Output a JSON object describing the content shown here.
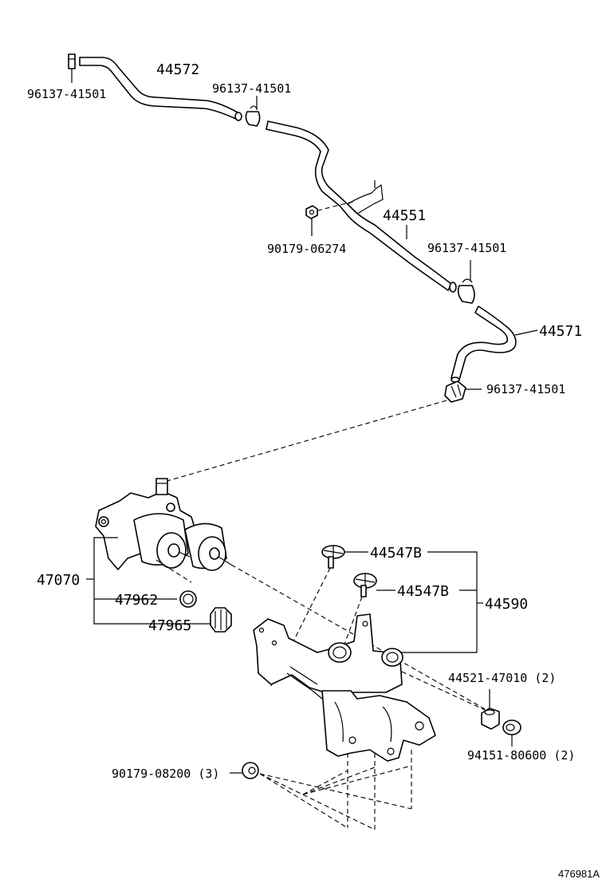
{
  "labels": {
    "hose_upper": "44572",
    "clip_tl": "96137-41501",
    "clip_upper": "96137-41501",
    "pipe": "44551",
    "nut": "90179-06274",
    "clip_mid": "96137-41501",
    "hose_lower": "44571",
    "clip_lower": "96137-41501",
    "valve_assy": "47070",
    "oring": "47962",
    "cap": "47965",
    "bolt_a": "44547B",
    "bolt_b": "44547B",
    "bracket": "44590",
    "bushing": "44521-47010 (2)",
    "collar": "94151-80600 (2)",
    "nut_bottom": "90179-08200 (3)",
    "figure_code": "476981A"
  }
}
